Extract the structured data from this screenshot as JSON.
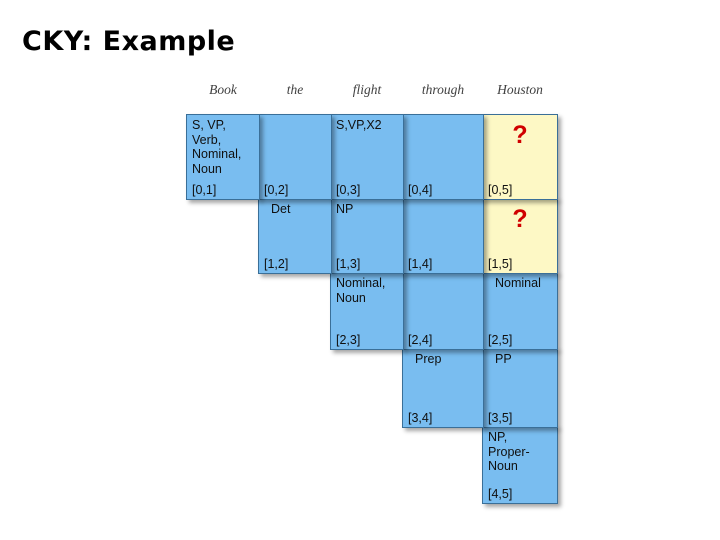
{
  "slide": {
    "title": "CKY: Example"
  },
  "figure": {
    "column_headers": [
      "Book",
      "the",
      "flight",
      "through",
      "Houston"
    ],
    "cells": [
      {
        "index": "[0,1]",
        "content": "S, VP, Verb,\nNominal,\nNoun",
        "row": 0,
        "col": 0,
        "highlight": false
      },
      {
        "index": "[0,2]",
        "content": "",
        "row": 0,
        "col": 1,
        "highlight": false
      },
      {
        "index": "[0,3]",
        "content": "S,VP,X2",
        "row": 0,
        "col": 2,
        "highlight": false
      },
      {
        "index": "[0,4]",
        "content": "",
        "row": 0,
        "col": 3,
        "highlight": false
      },
      {
        "index": "[0,5]",
        "content": "?",
        "row": 0,
        "col": 4,
        "highlight": true
      },
      {
        "index": "[1,2]",
        "content": "Det",
        "row": 1,
        "col": 1,
        "highlight": false,
        "indent": true
      },
      {
        "index": "[1,3]",
        "content": "NP",
        "row": 1,
        "col": 2,
        "highlight": false
      },
      {
        "index": "[1,4]",
        "content": "",
        "row": 1,
        "col": 3,
        "highlight": false
      },
      {
        "index": "[1,5]",
        "content": "?",
        "row": 1,
        "col": 4,
        "highlight": true
      },
      {
        "index": "[2,3]",
        "content": "Nominal,\nNoun",
        "row": 2,
        "col": 2,
        "highlight": false
      },
      {
        "index": "[2,4]",
        "content": "",
        "row": 2,
        "col": 3,
        "highlight": false
      },
      {
        "index": "[2,5]",
        "content": "Nominal",
        "row": 2,
        "col": 4,
        "highlight": false,
        "indent": true
      },
      {
        "index": "[3,4]",
        "content": "Prep",
        "row": 3,
        "col": 3,
        "highlight": false,
        "indent": true
      },
      {
        "index": "[3,5]",
        "content": "PP",
        "row": 3,
        "col": 4,
        "highlight": false,
        "indent": true
      },
      {
        "index": "[4,5]",
        "content": "NP,\nProper-\nNoun",
        "row": 4,
        "col": 4,
        "highlight": false
      }
    ],
    "annotations": {
      "arrow_into_nominal_noun": "left-arrow",
      "arrow_down_to_pp": "down-arrow"
    },
    "colors": {
      "cell_fill": "#79bdf0",
      "cell_border": "#3a6f98",
      "highlight_fill": "#fdf8c5",
      "question_mark": "#d00000"
    }
  }
}
